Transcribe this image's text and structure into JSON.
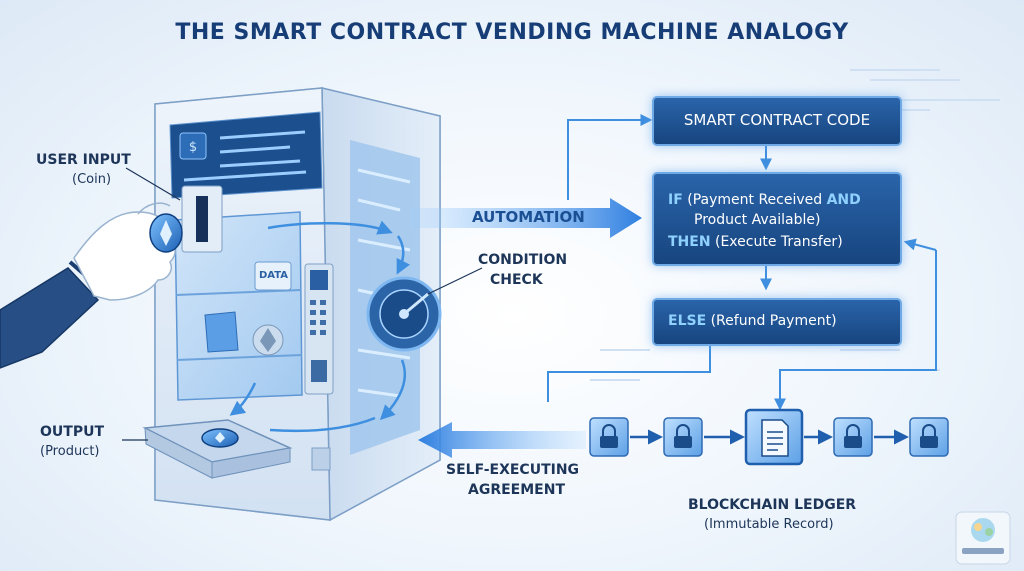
{
  "title": "THE SMART CONTRACT VENDING MACHINE ANALOGY",
  "labels": {
    "user_input": "USER INPUT",
    "user_input_sub": "(Coin)",
    "output": "OUTPUT",
    "output_sub": "(Product)",
    "automation": "AUTOMATION",
    "condition_check_line1": "CONDITION",
    "condition_check_line2": "CHECK",
    "self_executing_line1": "SELF-EXECUTING",
    "self_executing_line2": "AGREEMENT",
    "blockchain_ledger": "BLOCKCHAIN LEDGER",
    "blockchain_ledger_sub": "(Immutable Record)",
    "data_tag": "DATA"
  },
  "code_boxes": {
    "header": "SMART CONTRACT CODE",
    "if_kw": "IF",
    "if_text": "(Payment Received",
    "and_kw": "AND",
    "if_line2": "Product Available)",
    "then_kw": "THEN",
    "then_text": "(Execute Transfer)",
    "else_kw": "ELSE",
    "else_text": "(Refund Payment)"
  },
  "icons": [
    "hand-icon",
    "coin-icon",
    "vending-machine-icon",
    "lock-icon",
    "document-icon",
    "dial-icon",
    "arrow-icon"
  ],
  "colors": {
    "title": "#173d77",
    "box_fill": "#1f5597",
    "box_border": "#6fa9e6",
    "keyword": "#8fd1ff",
    "arrow": "#3f8fe0",
    "label": "#1d3558"
  }
}
